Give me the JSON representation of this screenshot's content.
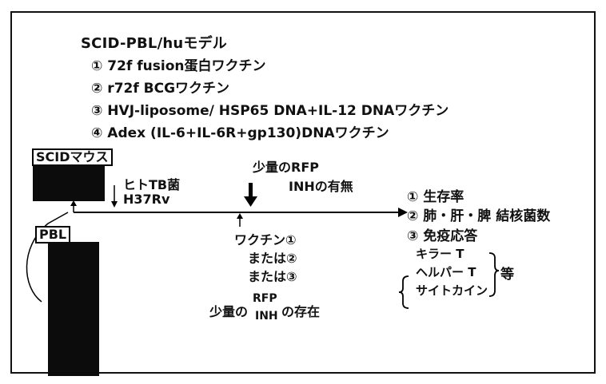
{
  "header": {
    "model_title": "SCID-PBL/huモデル"
  },
  "vaccines": [
    "① 72f fusion蛋白ワクチン",
    "② r72f BCGワクチン",
    "③ HVJ-liposome/ HSP65 DNA+IL-12 DNAワクチン",
    "④ Adex (IL-6+IL-6R+gp130)DNAワクチン"
  ],
  "mouse": {
    "label": "SCIDマウス"
  },
  "pbl": {
    "label": "PBL"
  },
  "infection": {
    "line1": "ヒトTB菌",
    "line2": "H37Rv"
  },
  "treatment": {
    "line1": "少量のRFP",
    "line2": "INHの有無"
  },
  "vaccine_admin": {
    "line1": "ワクチン①",
    "line2": "または②",
    "line3": "または③"
  },
  "presence": {
    "prefix": "少量の",
    "rfp": "RFP",
    "inh": "INH",
    "suffix": "の存在"
  },
  "results": {
    "item1": "① 生存率",
    "item2": "② 肺・肝・脾 結核菌数",
    "item3": "③ 免疫応答",
    "sub1": "キラー T",
    "sub2": "ヘルパー T",
    "sub3": "サイトカイン",
    "etc": "等"
  }
}
